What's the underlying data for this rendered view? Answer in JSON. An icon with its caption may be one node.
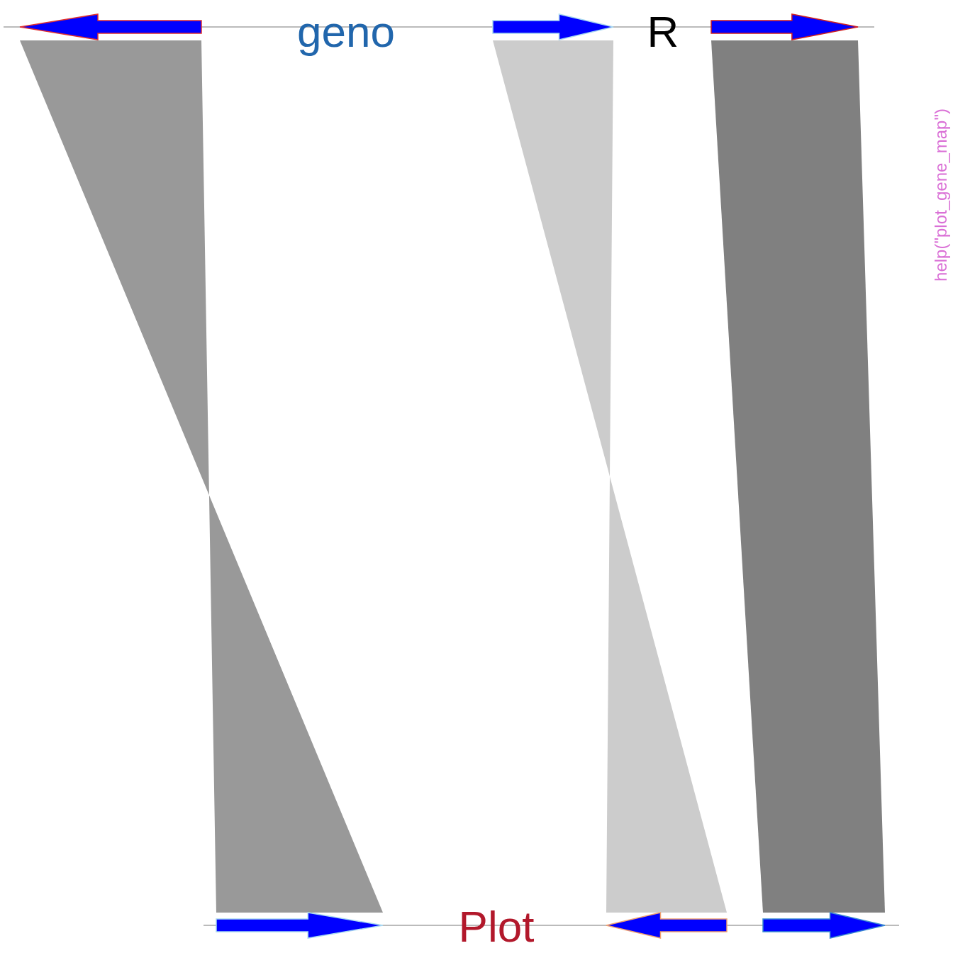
{
  "diagram": {
    "nodes": [
      {
        "text": [],
        "shape": "arrow"
      },
      {
        "text": [],
        "shape": "arrow"
      },
      {
        "text": [],
        "shape": "arrow"
      },
      {
        "text": [],
        "shape": "arrow"
      },
      {
        "text": [],
        "shape": "arrow"
      },
      {
        "text": [],
        "shape": "arrow"
      }
    ],
    "edges": [
      {
        "from": 0,
        "to": 3,
        "arrow": "none",
        "color": "#999999"
      },
      {
        "from": 1,
        "to": 4,
        "arrow": "none",
        "color": "#cccccc"
      },
      {
        "from": 2,
        "to": 5,
        "arrow": "none",
        "color": "#808080"
      }
    ],
    "labels": [
      "geno",
      "R",
      "Plot",
      "help(\"plot_gene_map\")"
    ]
  }
}
